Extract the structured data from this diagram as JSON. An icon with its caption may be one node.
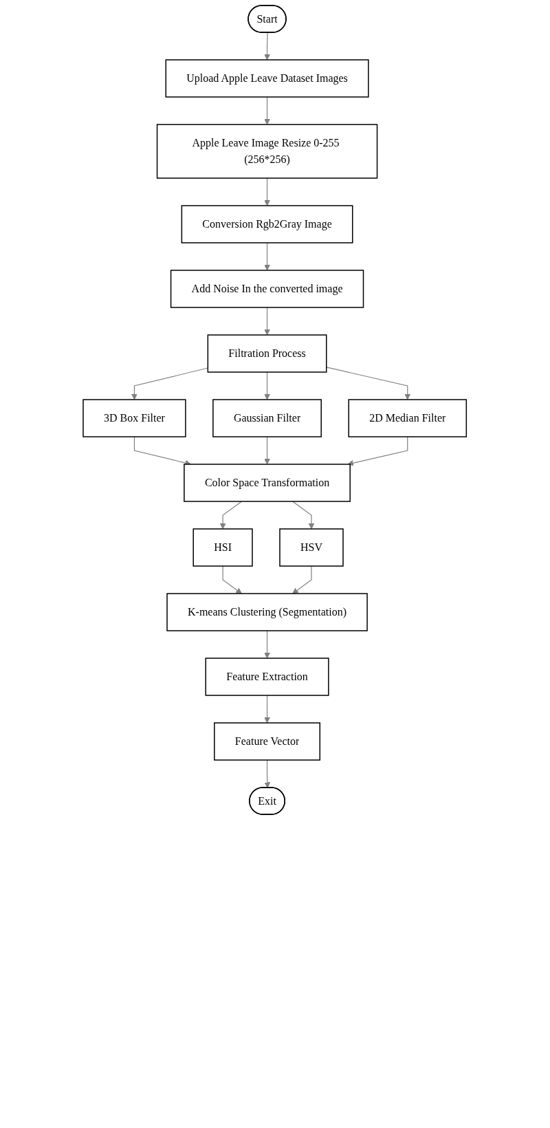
{
  "diagram": {
    "nodes": [
      {
        "text": [
          "Start"
        ]
      },
      {
        "text": [
          "Upload Apple Leave Dataset Images"
        ]
      },
      {
        "text": [
          "Apple Leave Image Resize 0-255 (256*256)"
        ]
      },
      {
        "text": [
          "Conversion Rgb2Gray Image"
        ]
      },
      {
        "text": [
          "Add Noise In the converted image"
        ]
      },
      {
        "text": [
          "Filtration Process"
        ]
      },
      {
        "text": [
          "3D Box Filter"
        ]
      },
      {
        "text": [
          "Gaussian Filter"
        ]
      },
      {
        "text": [
          "2D Median Filter"
        ]
      },
      {
        "text": [
          "Color Space Transformation"
        ]
      },
      {
        "text": [
          "HSI"
        ]
      },
      {
        "text": [
          "HSV"
        ]
      },
      {
        "text": [
          "K-means Clustering (Segmentation)"
        ]
      },
      {
        "text": [
          "Feature Extraction"
        ]
      },
      {
        "text": [
          "Feature Vector"
        ]
      },
      {
        "text": [
          "Exit"
        ]
      }
    ],
    "edges": [
      {
        "from": 0,
        "to": 1,
        "arrow": "to"
      },
      {
        "from": 1,
        "to": 2,
        "arrow": "to"
      },
      {
        "from": 2,
        "to": 3,
        "arrow": "to"
      },
      {
        "from": 3,
        "to": 4,
        "arrow": "to"
      },
      {
        "from": 4,
        "to": 5,
        "arrow": "to"
      },
      {
        "from": 5,
        "to": 6,
        "arrow": "to"
      },
      {
        "from": 5,
        "to": 7,
        "arrow": "to"
      },
      {
        "from": 5,
        "to": 8,
        "arrow": "to"
      },
      {
        "from": 6,
        "to": 9,
        "arrow": "to"
      },
      {
        "from": 7,
        "to": 9,
        "arrow": "to"
      },
      {
        "from": 8,
        "to": 9,
        "arrow": "to"
      },
      {
        "from": 9,
        "to": 10,
        "arrow": "to"
      },
      {
        "from": 9,
        "to": 11,
        "arrow": "to"
      },
      {
        "from": 10,
        "to": 12,
        "arrow": "to"
      },
      {
        "from": 11,
        "to": 12,
        "arrow": "to"
      },
      {
        "from": 12,
        "to": 13,
        "arrow": "to"
      },
      {
        "from": 13,
        "to": 14,
        "arrow": "to"
      },
      {
        "from": 14,
        "to": 15,
        "arrow": "to"
      }
    ]
  }
}
